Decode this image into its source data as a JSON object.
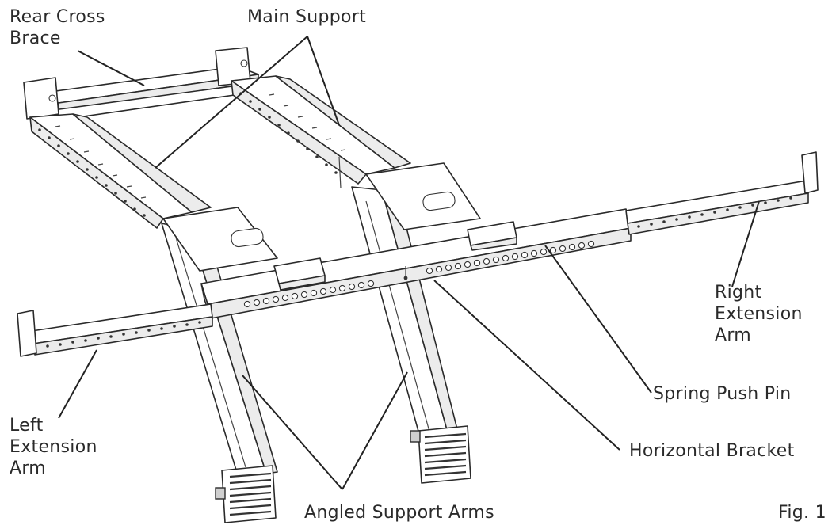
{
  "labels": {
    "rear_cross_brace": [
      "Rear Cross",
      "Brace"
    ],
    "main_support": "Main Support",
    "right_extension_arm": [
      "Right",
      "Extension",
      "Arm"
    ],
    "spring_push_pin": "Spring Push Pin",
    "left_extension_arm": [
      "Left",
      "Extension",
      "Arm"
    ],
    "horizontal_bracket": "Horizontal Bracket",
    "angled_support_arms": "Angled Support Arms",
    "figure_number": "Fig. 1"
  }
}
